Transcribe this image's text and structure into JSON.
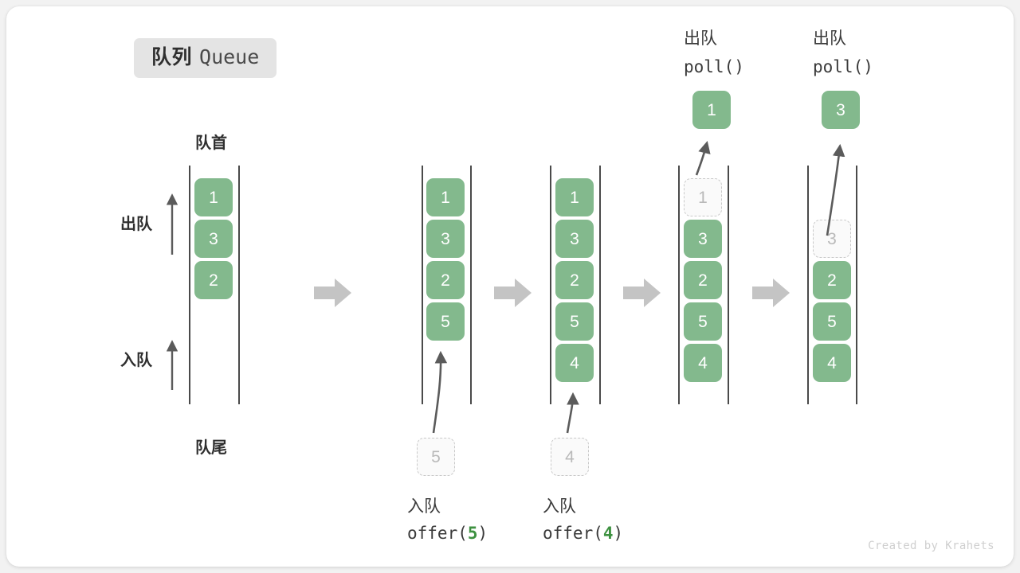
{
  "title": {
    "cn": "队列",
    "en": "Queue"
  },
  "labels": {
    "head": "队首",
    "tail": "队尾",
    "dequeue": "出队",
    "enqueue": "入队"
  },
  "colors": {
    "element": "#83b98d",
    "ghost_fill": "#fafafa",
    "ghost_border": "#c9c9c9",
    "rail": "#4a4a4a",
    "flow_arrow": "#c4c4c4",
    "highlight": "#3d9140",
    "badge_bg": "#e4e4e4",
    "card_bg": "#ffffff",
    "page_bg": "#f2f2f2"
  },
  "steps": [
    {
      "id": "initial",
      "elements": [
        "1",
        "3",
        "2"
      ],
      "ghost_index": -1,
      "caption_cn": "",
      "caption_code": "",
      "code_arg": ""
    },
    {
      "id": "offer-5",
      "elements": [
        "1",
        "3",
        "2",
        "5"
      ],
      "ghost_index": -1,
      "incoming": "5",
      "caption_cn": "入队",
      "caption_code_prefix": "offer(",
      "code_arg": "5",
      "caption_code_suffix": ")"
    },
    {
      "id": "offer-4",
      "elements": [
        "1",
        "3",
        "2",
        "5",
        "4"
      ],
      "ghost_index": -1,
      "incoming": "4",
      "caption_cn": "入队",
      "caption_code_prefix": "offer(",
      "code_arg": "4",
      "caption_code_suffix": ")"
    },
    {
      "id": "poll-1",
      "elements": [
        "1",
        "3",
        "2",
        "5",
        "4"
      ],
      "ghost_index": 0,
      "popped": "1",
      "caption_cn": "出队",
      "caption_code": "poll()"
    },
    {
      "id": "poll-3",
      "elements": [
        "3",
        "2",
        "5",
        "4"
      ],
      "ghost_index": 0,
      "popped": "3",
      "caption_cn": "出队",
      "caption_code": "poll()"
    }
  ],
  "initial_column": {
    "elements": [
      "1",
      "3",
      "2"
    ],
    "head_label": "队首",
    "tail_label": "队尾",
    "dequeue_label": "出队",
    "enqueue_label": "入队"
  },
  "col2": {
    "elements": [
      "1",
      "3",
      "2",
      "5"
    ],
    "incoming": "5",
    "cn": "入队",
    "code_pre": "offer(",
    "arg": "5",
    "code_post": ")"
  },
  "col3": {
    "elements": [
      "1",
      "3",
      "2",
      "5",
      "4"
    ],
    "incoming": "4",
    "cn": "入队",
    "code_pre": "offer(",
    "arg": "4",
    "code_post": ")"
  },
  "col4": {
    "ghost": "1",
    "elements": [
      "3",
      "2",
      "5",
      "4"
    ],
    "popped": "1",
    "cn": "出队",
    "code": "poll()"
  },
  "col5": {
    "ghost": "3",
    "elements": [
      "2",
      "5",
      "4"
    ],
    "popped": "3",
    "cn": "出队",
    "code": "poll()"
  },
  "credit": "Created by Krahets"
}
